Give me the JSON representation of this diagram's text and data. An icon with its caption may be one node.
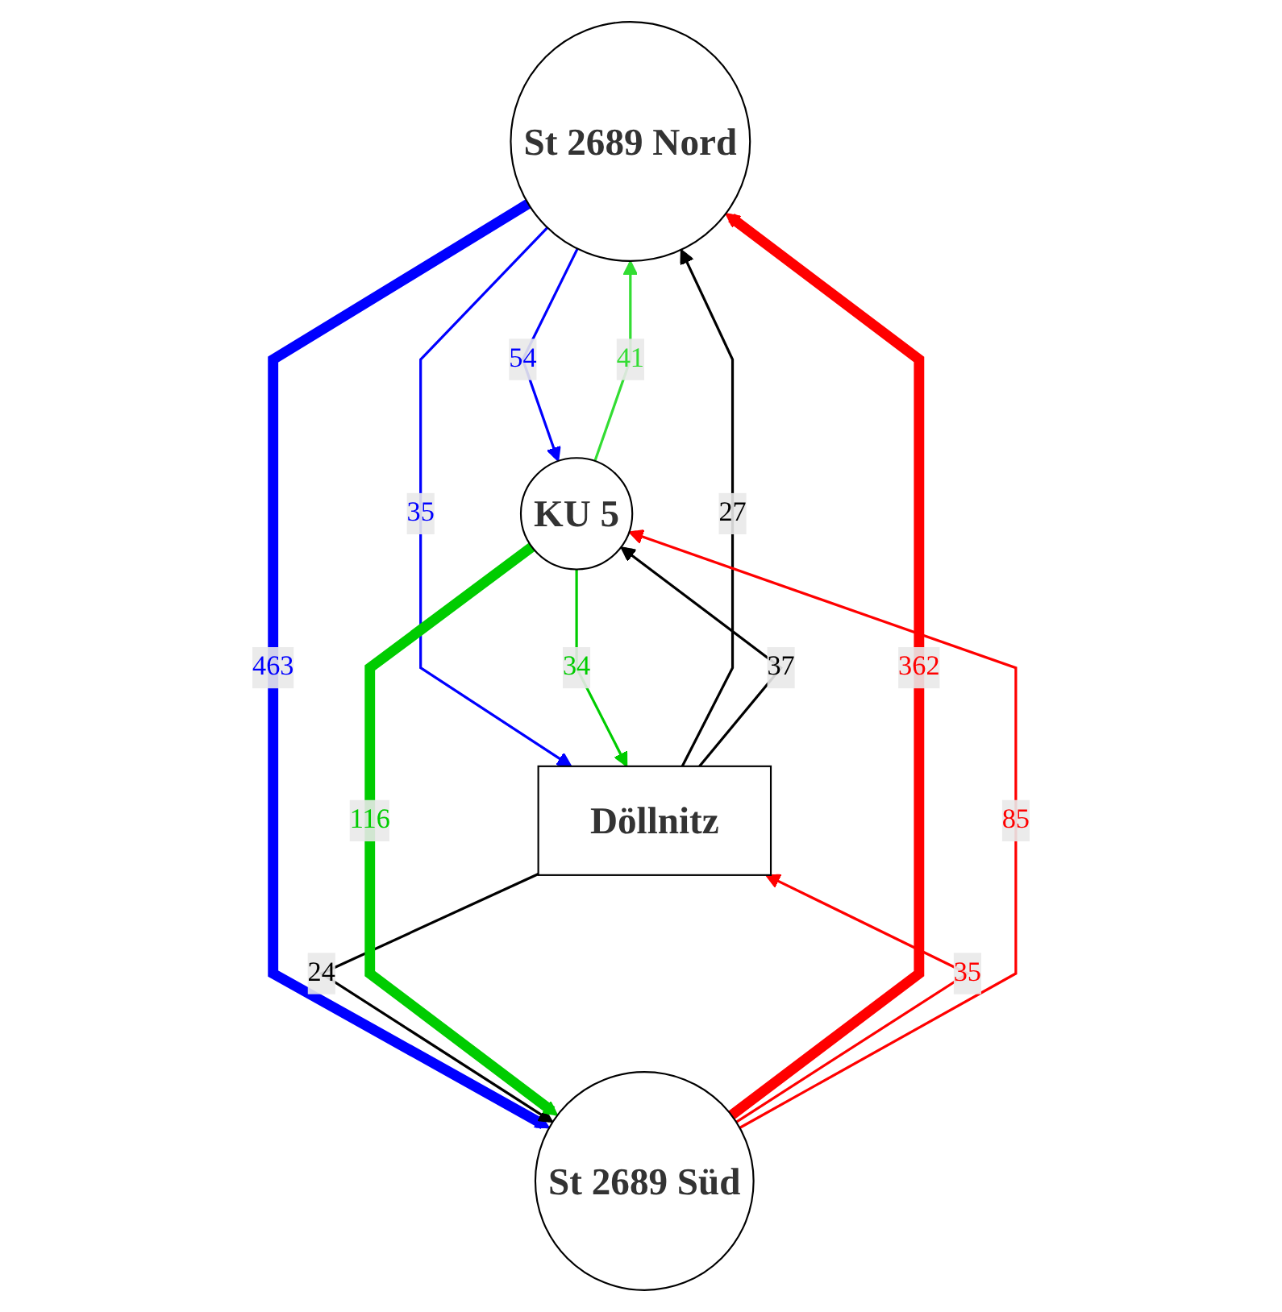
{
  "diagram": {
    "nodes": [
      {
        "text": [
          "St 2689 Nord"
        ]
      },
      {
        "text": [
          "Döllnitz"
        ]
      },
      {
        "text": [
          "KU 5"
        ]
      },
      {
        "text": [
          "St 2689 Süd"
        ]
      }
    ],
    "edges": [
      {
        "from": 0,
        "to": 2,
        "arrow": "to",
        "label": "54",
        "color": "#0000ff"
      },
      {
        "from": 2,
        "to": 0,
        "arrow": "to",
        "label": "41",
        "color": "#33dd33"
      },
      {
        "from": 0,
        "to": 1,
        "arrow": "to",
        "label": "35",
        "color": "#0000ff"
      },
      {
        "from": 1,
        "to": 0,
        "arrow": "to",
        "label": "27",
        "color": "#000000"
      },
      {
        "from": 0,
        "to": 3,
        "arrow": "to",
        "label": "463",
        "style": "thick",
        "color": "#0000ff"
      },
      {
        "from": 3,
        "to": 0,
        "arrow": "to",
        "label": "362",
        "style": "thick",
        "color": "#ff0000"
      },
      {
        "from": 2,
        "to": 1,
        "arrow": "to",
        "label": "34",
        "color": "#00cc00"
      },
      {
        "from": 1,
        "to": 2,
        "arrow": "to",
        "label": "37",
        "color": "#000000"
      },
      {
        "from": 3,
        "to": 1,
        "arrow": "to",
        "label": "35",
        "color": "#ff0000"
      },
      {
        "from": 1,
        "to": 3,
        "arrow": "to",
        "label": "24",
        "color": "#000000"
      },
      {
        "from": 3,
        "to": 2,
        "arrow": "to",
        "label": "85",
        "color": "#ff0000"
      },
      {
        "from": 2,
        "to": 3,
        "arrow": "to",
        "label": "116",
        "style": "thick",
        "color": "#00cc00"
      }
    ]
  }
}
